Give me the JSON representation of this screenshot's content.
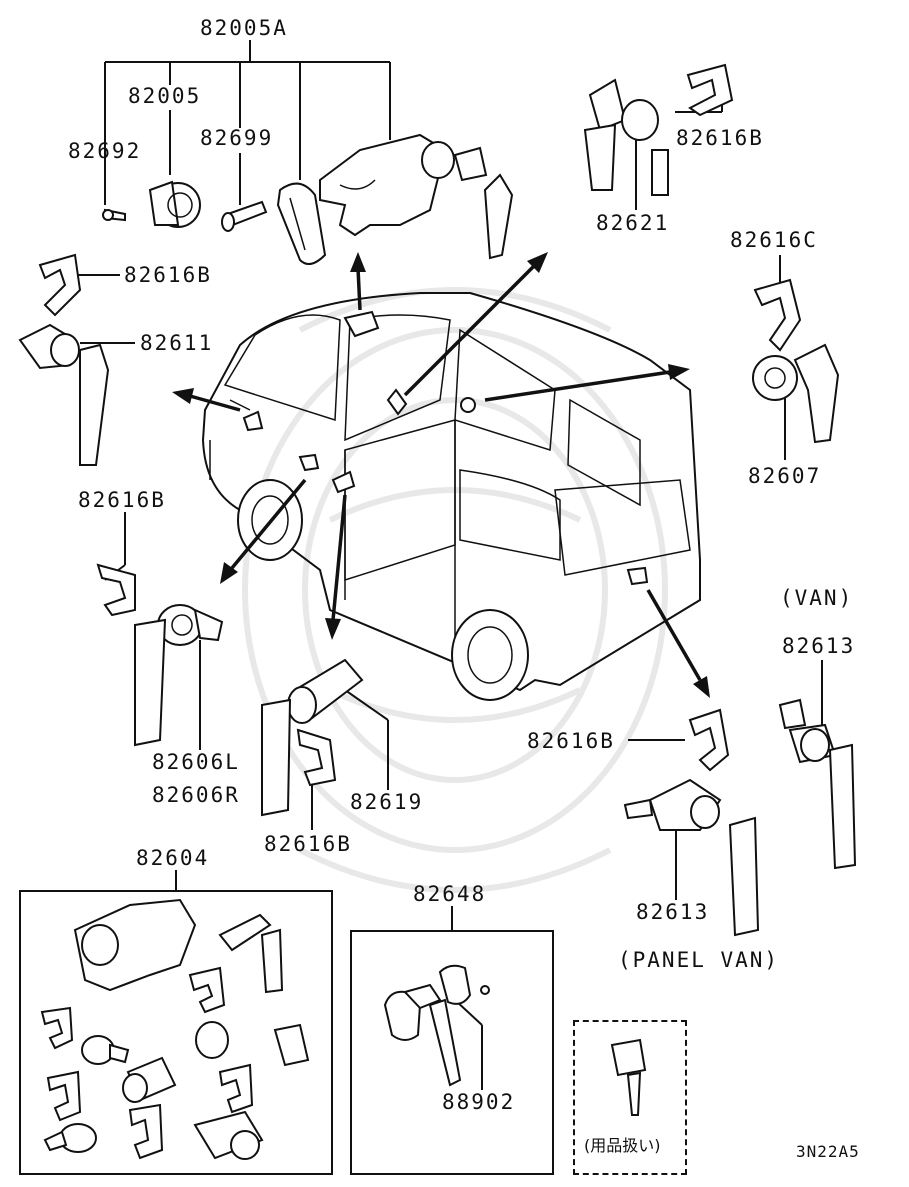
{
  "labels": {
    "p82005A": "82005A",
    "p82005": "82005",
    "p82692": "82692",
    "p82699": "82699",
    "p82616B_top": "82616B",
    "p82621": "82621",
    "p82616B_left": "82616B",
    "p82611": "82611",
    "p82616C": "82616C",
    "p82607": "82607",
    "p82616B_mid": "82616B",
    "p82606L": "82606L",
    "p82606R": "82606R",
    "p82619": "82619",
    "p82616B_low": "82616B",
    "van": "(VAN)",
    "p82613_van": "82613",
    "p82616B_right": "82616B",
    "p82613_panel": "82613",
    "panel_van": "(PANEL VAN)",
    "p82604": "82604",
    "p82648": "82648",
    "p88902": "88902",
    "accessory_note": "(用品扱い)",
    "diagram_code": "3N22A5"
  }
}
